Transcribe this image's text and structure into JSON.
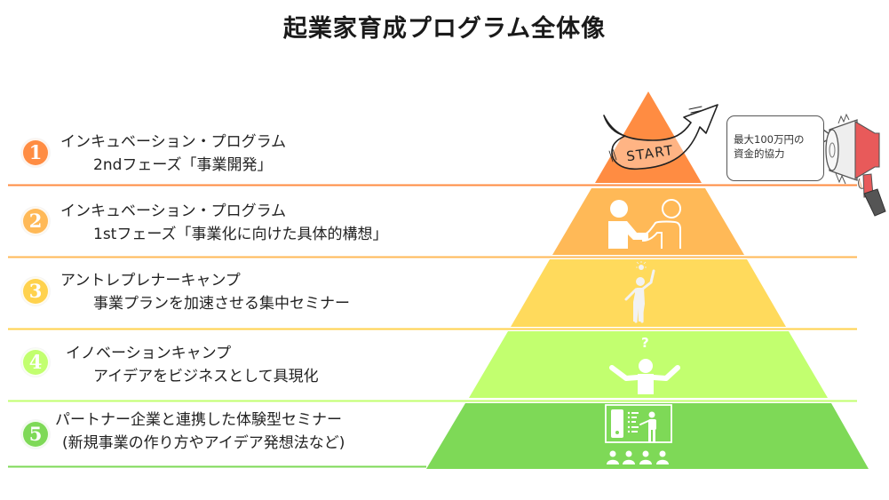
{
  "title": "起業家育成プログラム全体像",
  "colors": {
    "tier1": "#FF8C42",
    "tier2": "#FFB957",
    "tier3": "#FFDA5C",
    "tier4": "#C2FF6F",
    "tier5": "#7ED957",
    "line1": "#FF8C42",
    "line2": "#FFB957",
    "line3": "#FFD24D",
    "line4": "#C2FF6F",
    "line5": "#7ED957",
    "megaphone_red": "#E85A5A"
  },
  "tiers": [
    {
      "number": "1",
      "title": "インキュベーション・プログラム",
      "subtitle": "2ndフェーズ「事業開発」",
      "icon": "start-arrow-icon",
      "icon_text": "START"
    },
    {
      "number": "2",
      "title": "インキュベーション・プログラム",
      "subtitle": "1stフェーズ「事業化に向けた具体的構想」",
      "icon": "handshake-icon"
    },
    {
      "number": "3",
      "title": "アントレプレナーキャンプ",
      "subtitle": "事業プランを加速させる集中セミナー",
      "icon": "idea-person-icon"
    },
    {
      "number": "4",
      "title": "イノベーションキャンプ",
      "subtitle": "アイデアをビジネスとして具現化",
      "icon": "question-person-icon",
      "icon_text": "?"
    },
    {
      "number": "5",
      "title": "パートナー企業と連携した体験型セミナー",
      "subtitle": "(新規事業の作り方やアイデア発想法など)",
      "icon": "seminar-presentation-icon"
    }
  ],
  "callout": {
    "line1": "最大100万円の",
    "line2": "資金的協力",
    "icon": "megaphone-icon"
  }
}
